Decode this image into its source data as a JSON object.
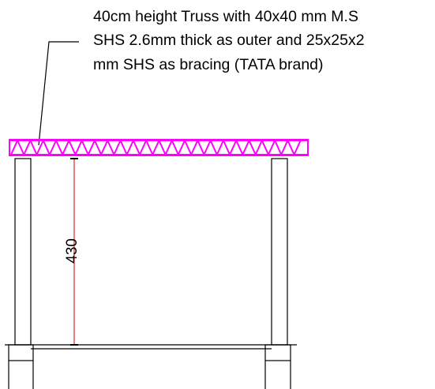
{
  "annotation": {
    "lines": [
      "40cm height Truss with 40x40 mm M.S",
      "SHS 2.6mm thick as outer and 25x25x2",
      "mm SHS as bracing  (TATA brand)"
    ]
  },
  "dimension": {
    "value": "430"
  },
  "colors": {
    "truss": "#ff00ff",
    "dimension_line": "#cc0000",
    "structure": "#000000",
    "background": "#ffffff"
  }
}
